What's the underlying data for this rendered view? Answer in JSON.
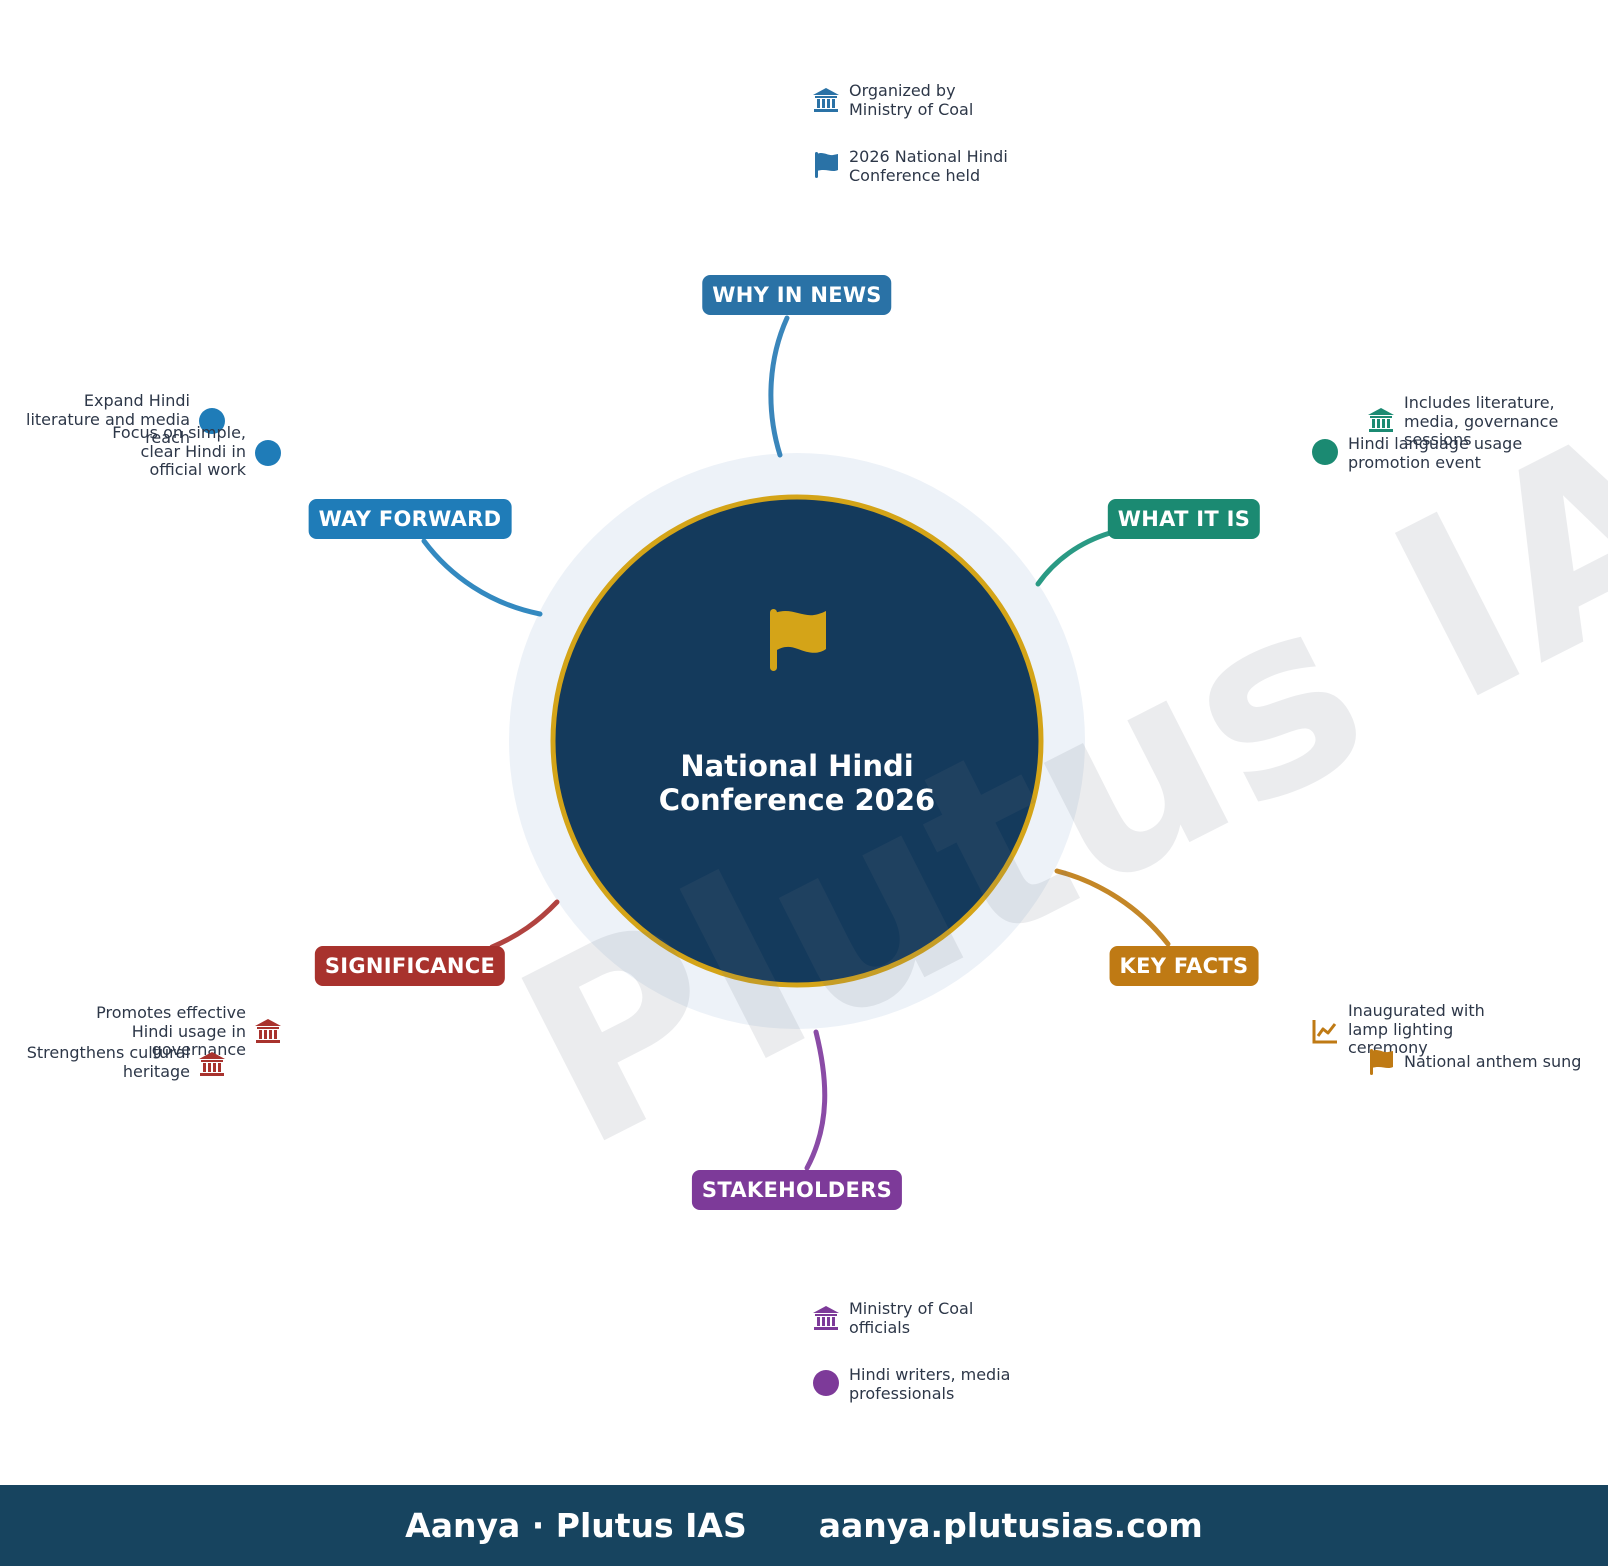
{
  "watermark": "Plutus IAS",
  "center": {
    "title_line1": "National Hindi",
    "title_line2": "Conference 2026",
    "icon": "flag-icon",
    "fill_color": "#143a5c",
    "ring_color": "#d4a418"
  },
  "branches": [
    {
      "id": "why-in-news",
      "label": "WHY IN NEWS",
      "color": "#2a72a6",
      "leaves": [
        {
          "icon": "bank-icon",
          "text": "Organized by\nMinistry of Coal"
        },
        {
          "icon": "flag-icon",
          "text": "2026 National Hindi\nConference held"
        }
      ]
    },
    {
      "id": "what-it-is",
      "label": "WHAT IT IS",
      "color": "#1b8a72",
      "leaves": [
        {
          "icon": "bank-icon",
          "text": "Includes literature,\nmedia, governance\nsessions"
        },
        {
          "icon": "dot-icon",
          "text": "Hindi language usage\npromotion event"
        }
      ]
    },
    {
      "id": "key-facts",
      "label": "KEY FACTS",
      "color": "#bf7a14",
      "leaves": [
        {
          "icon": "chart-icon",
          "text": "Inaugurated with\nlamp lighting\nceremony"
        },
        {
          "icon": "flag-icon",
          "text": "National anthem sung"
        }
      ]
    },
    {
      "id": "stakeholders",
      "label": "STAKEHOLDERS",
      "color": "#7d3a99",
      "leaves": [
        {
          "icon": "bank-icon",
          "text": "Ministry of Coal\nofficials"
        },
        {
          "icon": "dot-icon",
          "text": "Hindi writers, media\nprofessionals"
        }
      ]
    },
    {
      "id": "significance",
      "label": "SIGNIFICANCE",
      "color": "#a8322d",
      "leaves": [
        {
          "icon": "bank-icon",
          "text": "Promotes effective\nHindi usage in\ngovernance"
        },
        {
          "icon": "bank-icon",
          "text": "Strengthens cultural\nheritage"
        }
      ]
    },
    {
      "id": "way-forward",
      "label": "WAY FORWARD",
      "color": "#1f7cb8",
      "leaves": [
        {
          "icon": "dot-icon",
          "text": "Expand Hindi\nliterature and media\nreach"
        },
        {
          "icon": "dot-icon",
          "text": "Focus on simple,\nclear Hindi in\nofficial work"
        }
      ]
    }
  ],
  "footer": {
    "brand": "Aanya · Plutus IAS",
    "url": "aanya.plutusias.com",
    "background": "#17445f"
  }
}
